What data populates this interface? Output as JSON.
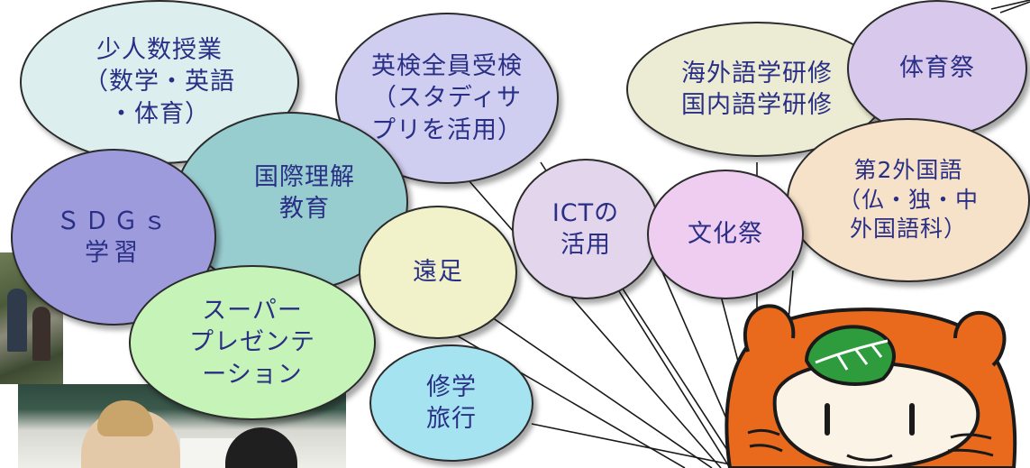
{
  "bubbles": {
    "small_class": "少人数授業\n（数学・英語\n・体育）",
    "eiken": "英検全員受検\n（スタディサ\nプリを活用）",
    "abroad": "海外語学研修\n国内語学研修",
    "sports": "体育祭",
    "sdgs": "ＳＤＧｓ\n学習",
    "intl": "国際理解\n教育",
    "ict": "ICTの\n活用",
    "bunka": "文化祭",
    "second_lang": "第2外国語\n（仏・独・中\n外国語科）",
    "ensoku": "遠足",
    "presentation": "スーパー\nプレゼンテ\nーション",
    "trip": "修学\n旅行"
  },
  "colors": {
    "text": "#2a2f86",
    "mascot_orange": "#e96a1c",
    "leaf_green": "#2e9b3c"
  }
}
